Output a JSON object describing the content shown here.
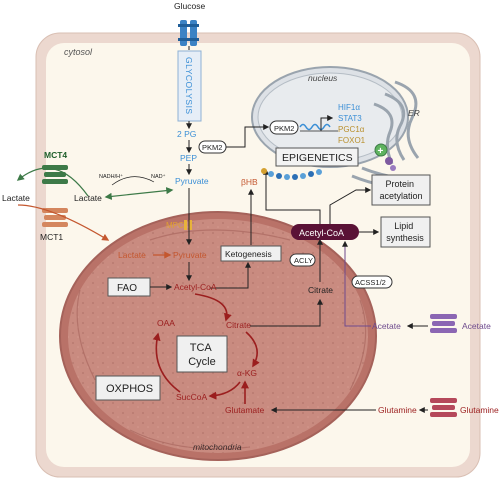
{
  "compartments": {
    "cytosol": "cytosol",
    "nucleus": "nucleus",
    "er": "ER",
    "mitochondria": "mitochondria"
  },
  "transporters": {
    "glucose": "Glucose",
    "mct4": "MCT4",
    "mct1": "MCT1",
    "mpc": "MPC"
  },
  "glycolysis": {
    "label": "GLYCOLYSIS",
    "pg2": "2 PG",
    "pkm2_cyto": "PKM2",
    "pep": "PEP",
    "pyruvate": "Pyruvate",
    "nadh": "NADH/H⁺",
    "nad": "NAD⁺"
  },
  "lactate": {
    "outside": "Lactate",
    "inside": "Lactate"
  },
  "nucleus": {
    "pkm2": "PKM2",
    "genes": [
      "HIF1α",
      "STAT3",
      "PGC1α",
      "FOXO1"
    ],
    "epigenetics": "EPIGENETICS"
  },
  "cytosol_right": {
    "bhb": "βHB",
    "protein_acetylation": "Protein\nacetylation",
    "acetyl_coa": "Acetyl-CoA",
    "lipid_synthesis": "Lipid\nsynthesis",
    "acly": "ACLY",
    "acss": "ACSS1/2",
    "citrate": "Citrate",
    "acetate_in": "Acetate",
    "acetate_out": "Acetate",
    "glutamine_in": "Glutamine",
    "glutamine_out": "Glutamine"
  },
  "mitochondria": {
    "lactate": "Lactate",
    "pyruvate": "Pyruvate",
    "ketogenesis": "Ketogenesis",
    "fao": "FAO",
    "acetyl_coa": "Acetyl-CoA",
    "oaa": "OAA",
    "citrate": "Citrate",
    "tca": "TCA\nCycle",
    "akg": "α-KG",
    "succoa": "SucCoA",
    "glutamate": "Glutamate",
    "oxphos": "OXPHOS"
  },
  "colors": {
    "cell_border": "#e8cfc4",
    "cytosol": "#fcf7ec",
    "mito_fill": "#c98b80",
    "mito_border": "#b07068",
    "blue_text": "#3b8fd6",
    "dark_red": "#9b1e1e",
    "lactate_text": "#c4572f",
    "purple": "#6e4a8d",
    "acetyl_box": "#5a1236",
    "nucleus_fill": "#e3e6ea",
    "green": "#3d7a48"
  }
}
